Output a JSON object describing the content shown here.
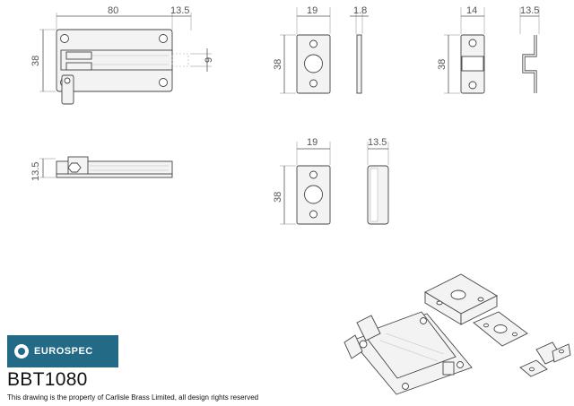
{
  "brand": {
    "logo_icon": "eurospec-logo-icon",
    "logo_text": "EUROSPEC",
    "color": "#236a86"
  },
  "product_code": "BBT1080",
  "ownership_note": "This drawing is the property of Carlisle Brass Limited, all design rights reserved",
  "dimensions": {
    "front_width": "80",
    "front_depth": "13.5",
    "front_height": "38",
    "bolt_dia": "9",
    "side_height": "13.5",
    "keep_width": "19",
    "keep_thick": "1.8",
    "keep_height": "38",
    "staple_width": "14",
    "staple_depth": "13.5",
    "staple_height": "38",
    "box_keep_width": "19",
    "box_keep_depth": "13.5",
    "box_keep_height": "38"
  }
}
